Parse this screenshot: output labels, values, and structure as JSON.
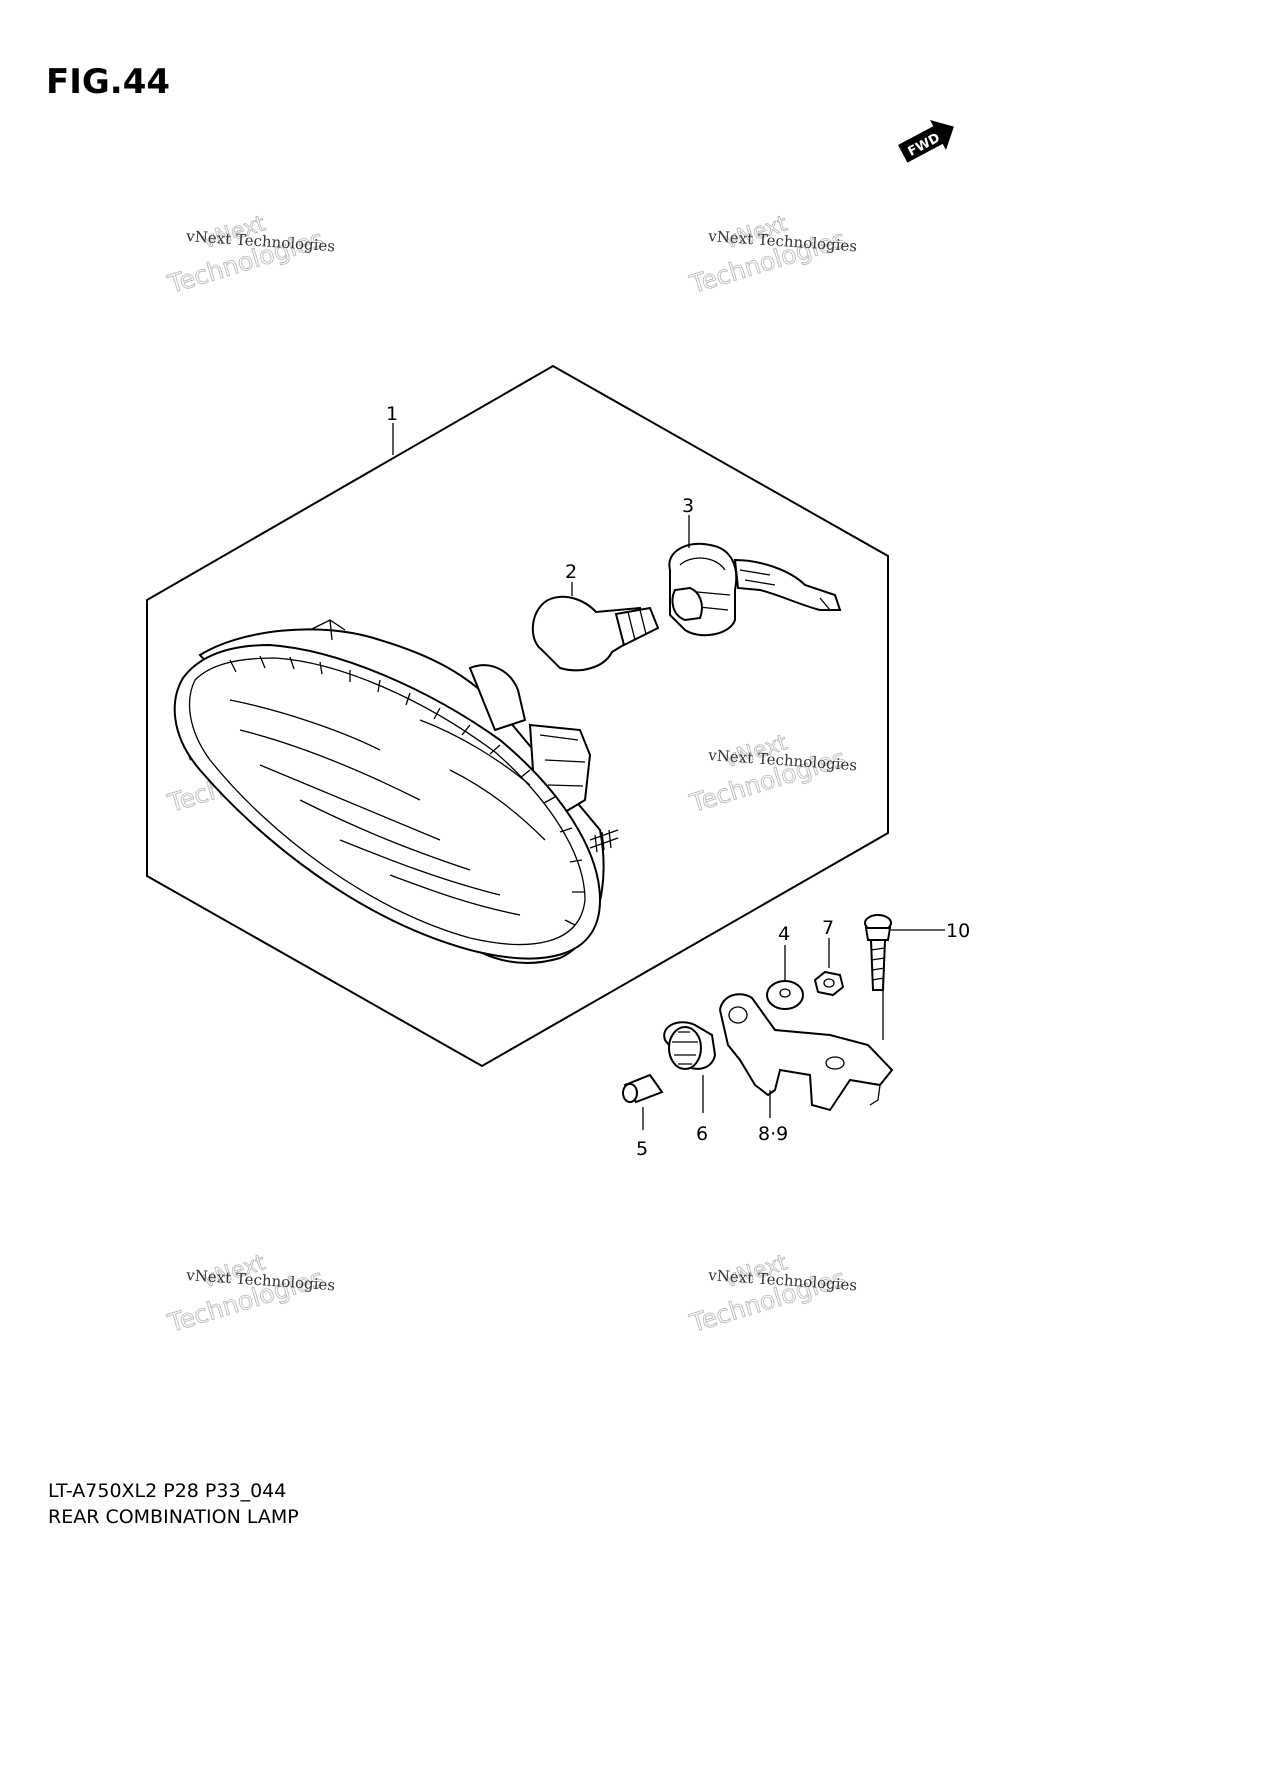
{
  "figure": {
    "title": "FIG.44"
  },
  "direction_badge": {
    "label": "FWD",
    "icon": "forward-arrow-icon"
  },
  "watermark": {
    "small": "vNext Technologies",
    "top": "vNext",
    "bottom": "Technologies"
  },
  "callouts": {
    "p1": "1",
    "p2": "2",
    "p3": "3",
    "p4": "4",
    "p5": "5",
    "p6": "6",
    "p7": "7",
    "p89": "8·9",
    "p10": "10"
  },
  "caption": {
    "model_code": "LT-A750XL2 P28 P33_044",
    "part_name": "REAR COMBINATION LAMP"
  }
}
